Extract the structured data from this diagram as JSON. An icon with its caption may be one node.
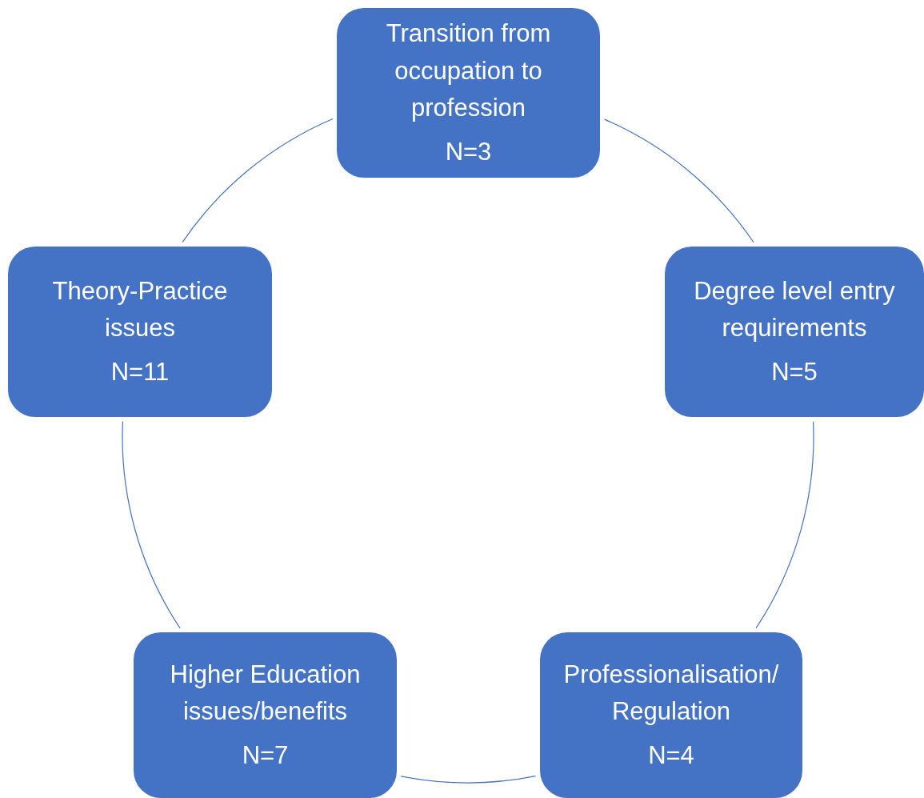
{
  "diagram": {
    "nodes": [
      {
        "text": [
          "Transition from occupation to profession",
          "N=3"
        ]
      },
      {
        "text": [
          "Theory-Practice issues",
          "N=11"
        ]
      },
      {
        "text": [
          "Degree level entry requirements",
          "N=5"
        ]
      },
      {
        "text": [
          "Higher Education issues/benefits",
          "N=7"
        ]
      },
      {
        "text": [
          "Professionalisation/ Regulation",
          "N=4"
        ]
      }
    ],
    "edges": [
      {
        "from": 0,
        "to": 2,
        "arrow": "none"
      },
      {
        "from": 2,
        "to": 4,
        "arrow": "none"
      },
      {
        "from": 4,
        "to": 3,
        "arrow": "none"
      },
      {
        "from": 3,
        "to": 1,
        "arrow": "none"
      },
      {
        "from": 1,
        "to": 0,
        "arrow": "none"
      }
    ]
  }
}
